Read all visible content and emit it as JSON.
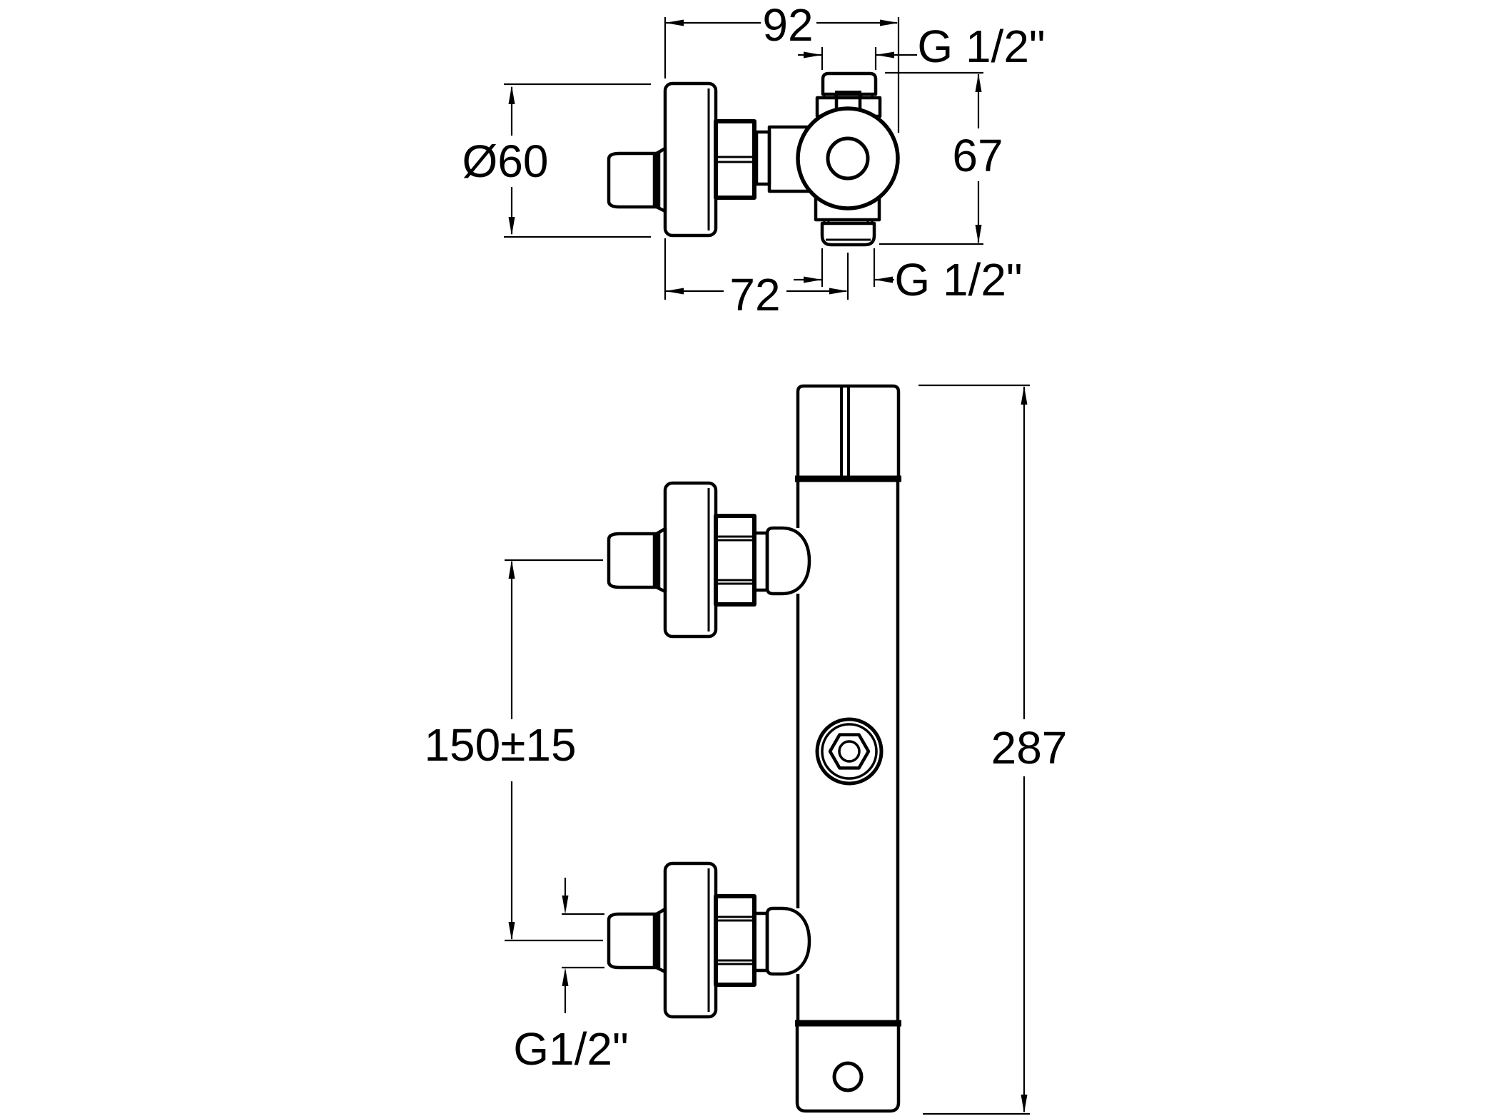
{
  "drawing": {
    "background": "#ffffff",
    "line_color": "#000000"
  },
  "top_view": {
    "dim_width": "92",
    "dim_inlet_thread": "G 1/2\"",
    "dim_escutcheon_diameter": "Ø60",
    "dim_body_height": "67",
    "dim_outlet_offset": "72",
    "dim_outlet_thread": "G 1/2\""
  },
  "front_view": {
    "dim_connection_spacing": "150±15",
    "dim_total_height": "287",
    "dim_connection_thread": "G1/2\""
  }
}
